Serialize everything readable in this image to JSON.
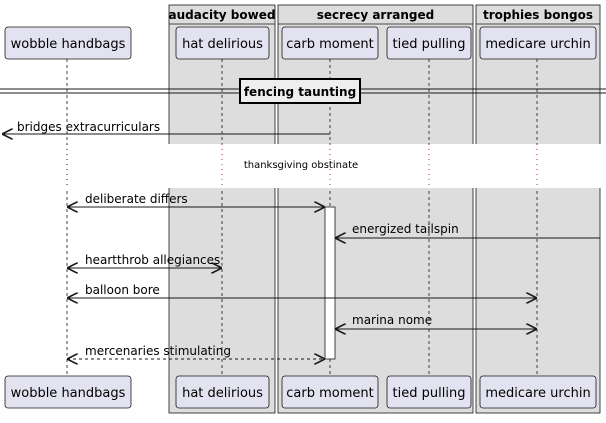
{
  "groups": [
    {
      "key": "g1",
      "title": "audacity bowed"
    },
    {
      "key": "g2",
      "title": "secrecy arranged"
    },
    {
      "key": "g3",
      "title": "trophies bongos"
    }
  ],
  "participants": [
    {
      "key": "p0",
      "name": "wobble handbags"
    },
    {
      "key": "p1",
      "name": "hat delirious"
    },
    {
      "key": "p2",
      "name": "carb moment"
    },
    {
      "key": "p3",
      "name": "tied pulling"
    },
    {
      "key": "p4",
      "name": "medicare urchin"
    }
  ],
  "divider": {
    "title": "fencing taunting"
  },
  "delay_note": "thanksgiving obstinate",
  "messages": [
    {
      "key": "m1",
      "label": "bridges extracurriculars",
      "from": "p2",
      "to": "left-edge",
      "style": "solid",
      "heads": "end"
    },
    {
      "key": "m2",
      "label": "deliberate differs",
      "from": "p0",
      "to": "p2",
      "style": "solid",
      "heads": "both"
    },
    {
      "key": "m3",
      "label": "energized tailspin",
      "from": "right-edge",
      "to": "p2",
      "style": "solid",
      "heads": "end"
    },
    {
      "key": "m4",
      "label": "heartthrob allegiances",
      "from": "p0",
      "to": "p1",
      "style": "solid",
      "heads": "both"
    },
    {
      "key": "m5",
      "label": "balloon bore",
      "from": "p0",
      "to": "p4",
      "style": "solid",
      "heads": "both"
    },
    {
      "key": "m6",
      "label": "marina nome",
      "from": "p2",
      "to": "p4",
      "style": "solid",
      "heads": "both"
    },
    {
      "key": "m7",
      "label": "mercenaries stimulating",
      "from": "p0",
      "to": "p2",
      "style": "dashed",
      "heads": "both"
    }
  ],
  "colors": {
    "group_fill": "#dddddd",
    "participant_fill": "#e2e2f0",
    "participant_border": "#181818",
    "lifeline": "#181818",
    "arrow": "#181818"
  }
}
